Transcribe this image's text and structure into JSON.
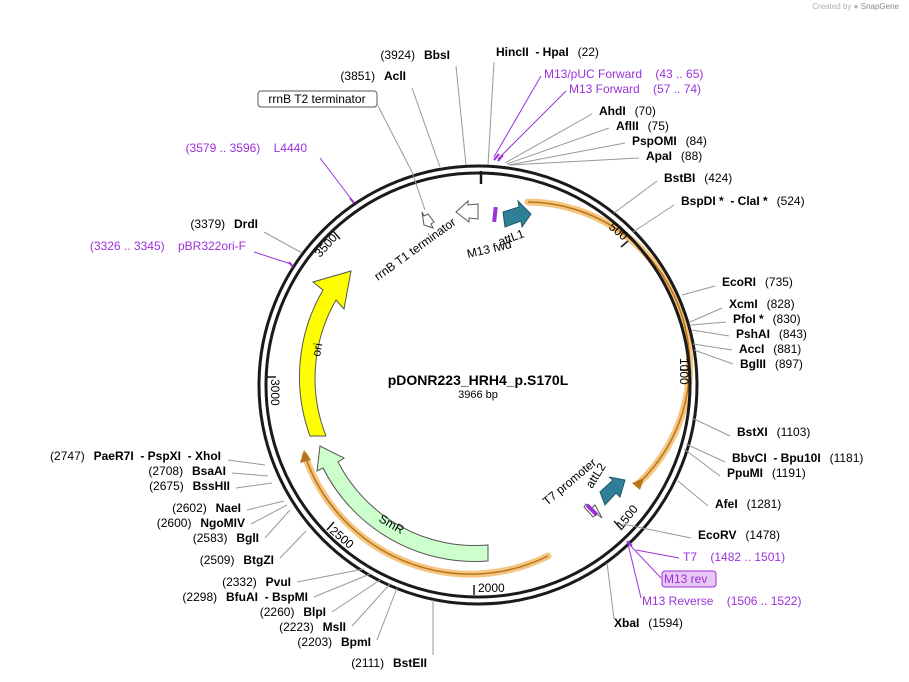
{
  "brand": {
    "created_by": "Created by",
    "name": "SnapGene"
  },
  "plasmid": {
    "name": "pDONR223_HRH4_p.S170L",
    "length_label": "3966 bp",
    "length": 3966
  },
  "ticks": [
    "500",
    "1000",
    "1500",
    "2000",
    "2500",
    "3000",
    "3500"
  ],
  "colors": {
    "backbone": "#1a1a1a",
    "ori": "#ffff00",
    "smr": "#ccffcc",
    "att": "#2f7f96",
    "primer": "#9b30d9",
    "orf_highlight": "#f5c682",
    "orf_line": "#d08a1a"
  },
  "features": {
    "ori": "ori",
    "smr": "SmR",
    "attL1": "attL1",
    "m13fwd": "M13 fwd",
    "rrnb_t1": "rrnB T1 terminator",
    "t7_promoter": "T7 promoter",
    "attL2": "attL2",
    "rrnb_t2": "rrnB T2 terminator"
  },
  "sites": [
    {
      "name": "BbsI",
      "pos": "(3924)",
      "side": "L"
    },
    {
      "name": "AclI",
      "pos": "(3851)",
      "side": "L"
    },
    {
      "name": "DrdI",
      "pos": "(3379)",
      "side": "L"
    },
    {
      "name": "PaeR7I  - PspXI  - XhoI",
      "pos": "(2747)",
      "side": "L"
    },
    {
      "name": "BsaAI",
      "pos": "(2708)",
      "side": "L"
    },
    {
      "name": "BssHII",
      "pos": "(2675)",
      "side": "L"
    },
    {
      "name": "NaeI",
      "pos": "(2602)",
      "side": "L"
    },
    {
      "name": "NgoMIV",
      "pos": "(2600)",
      "side": "L"
    },
    {
      "name": "BglI",
      "pos": "(2583)",
      "side": "L"
    },
    {
      "name": "BtgZI",
      "pos": "(2509)",
      "side": "L"
    },
    {
      "name": "PvuI",
      "pos": "(2332)",
      "side": "L"
    },
    {
      "name": "BfuAI  - BspMI",
      "pos": "(2298)",
      "side": "L"
    },
    {
      "name": "BlpI",
      "pos": "(2260)",
      "side": "L"
    },
    {
      "name": "MslI",
      "pos": "(2223)",
      "side": "L"
    },
    {
      "name": "BpmI",
      "pos": "(2203)",
      "side": "L"
    },
    {
      "name": "BstEII",
      "pos": "(2111)",
      "side": "L"
    },
    {
      "name": "HincII  - HpaI",
      "pos": "(22)",
      "side": "R"
    },
    {
      "name": "AhdI",
      "pos": "(70)",
      "side": "R"
    },
    {
      "name": "AflII",
      "pos": "(75)",
      "side": "R"
    },
    {
      "name": "PspOMI",
      "pos": "(84)",
      "side": "R"
    },
    {
      "name": "ApaI",
      "pos": "(88)",
      "side": "R"
    },
    {
      "name": "BstBI",
      "pos": "(424)",
      "side": "R"
    },
    {
      "name": "BspDI *  - ClaI *",
      "pos": "(524)",
      "side": "R"
    },
    {
      "name": "EcoRI",
      "pos": "(735)",
      "side": "R"
    },
    {
      "name": "XcmI",
      "pos": "(828)",
      "side": "R"
    },
    {
      "name": "PfoI *",
      "pos": "(830)",
      "side": "R"
    },
    {
      "name": "PshAI",
      "pos": "(843)",
      "side": "R"
    },
    {
      "name": "AccI",
      "pos": "(881)",
      "side": "R"
    },
    {
      "name": "BglII",
      "pos": "(897)",
      "side": "R"
    },
    {
      "name": "BstXI",
      "pos": "(1103)",
      "side": "R"
    },
    {
      "name": "BbvCI  - Bpu10I",
      "pos": "(1181)",
      "side": "R"
    },
    {
      "name": "PpuMI",
      "pos": "(1191)",
      "side": "R"
    },
    {
      "name": "AfeI",
      "pos": "(1281)",
      "side": "R"
    },
    {
      "name": "EcoRV",
      "pos": "(1478)",
      "side": "R"
    },
    {
      "name": "XbaI",
      "pos": "(1594)",
      "side": "R"
    }
  ],
  "primers": [
    {
      "name": "M13/pUC Forward",
      "pos": "(43 .. 65)",
      "order": "name_first"
    },
    {
      "name": "M13 Forward",
      "pos": "(57 .. 74)",
      "order": "name_first"
    },
    {
      "name": "L4440",
      "pos": "(3579 .. 3596)",
      "order": "pos_first"
    },
    {
      "name": "pBR322ori-F",
      "pos": "(3326 .. 3345)",
      "order": "pos_first"
    },
    {
      "name": "T7",
      "pos": "(1482 .. 1501)",
      "order": "name_first"
    },
    {
      "name": "M13 rev",
      "pos": "",
      "order": "boxed"
    },
    {
      "name": "M13 Reverse",
      "pos": "(1506 .. 1522)",
      "order": "name_first"
    }
  ]
}
